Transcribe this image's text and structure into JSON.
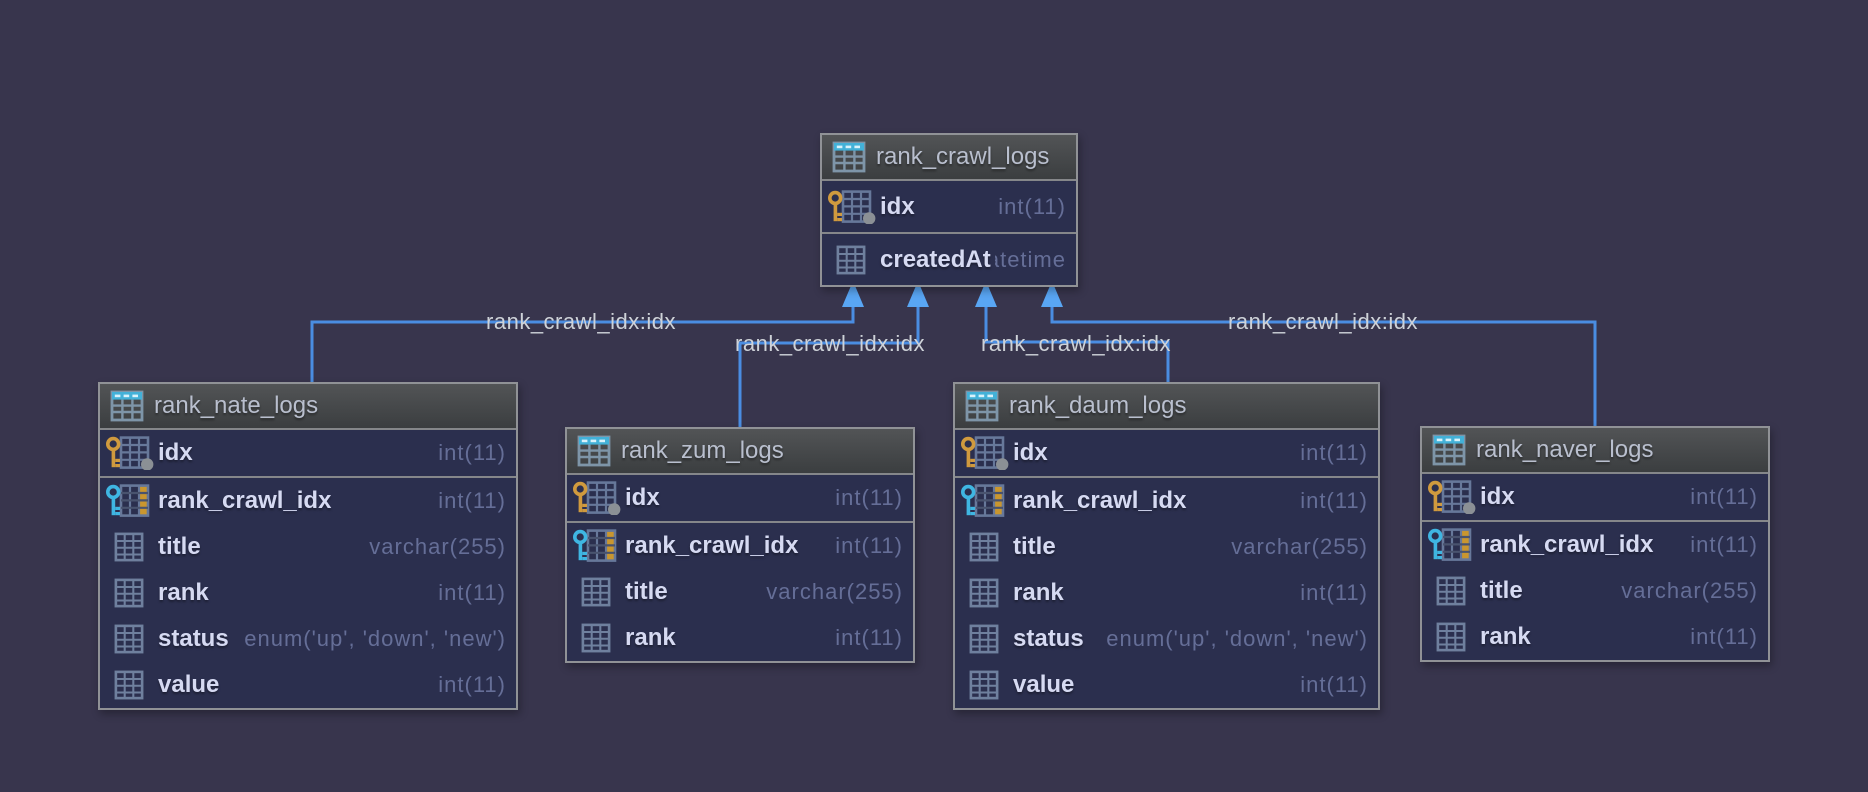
{
  "diagram": {
    "tool": "database-diagram",
    "colors": {
      "canvas_bg": "#38354d",
      "row_bg": "#2b2f4e",
      "table_border": "#909296",
      "header_text": "#b9bfce",
      "column_name_text": "#d6daf2",
      "column_type_text": "#656e97",
      "relation_line_blue": "#4a8de2",
      "relation_arrow_blue": "#59a6f4",
      "primary_key_gold": "#d09a3e",
      "foreign_key_cyan": "#3fb6e2",
      "table_icon_cyan": "#43b1d8"
    },
    "icons": {
      "table": "table-icon",
      "primary_key": "primary-key-icon",
      "foreign_key": "foreign-key-icon",
      "column": "column-icon"
    }
  },
  "tables": [
    {
      "name": "rank_crawl_logs",
      "columns": [
        {
          "name": "idx",
          "type": "int(11)",
          "key": "primary"
        },
        {
          "name": "createdAt",
          "type": "datetime",
          "key": "none"
        }
      ]
    },
    {
      "name": "rank_nate_logs",
      "columns": [
        {
          "name": "idx",
          "type": "int(11)",
          "key": "primary"
        },
        {
          "name": "rank_crawl_idx",
          "type": "int(11)",
          "key": "foreign"
        },
        {
          "name": "title",
          "type": "varchar(255)",
          "key": "none"
        },
        {
          "name": "rank",
          "type": "int(11)",
          "key": "none"
        },
        {
          "name": "status",
          "type": "enum('up', 'down', 'new')",
          "key": "none"
        },
        {
          "name": "value",
          "type": "int(11)",
          "key": "none"
        }
      ]
    },
    {
      "name": "rank_zum_logs",
      "columns": [
        {
          "name": "idx",
          "type": "int(11)",
          "key": "primary"
        },
        {
          "name": "rank_crawl_idx",
          "type": "int(11)",
          "key": "foreign"
        },
        {
          "name": "title",
          "type": "varchar(255)",
          "key": "none"
        },
        {
          "name": "rank",
          "type": "int(11)",
          "key": "none"
        }
      ]
    },
    {
      "name": "rank_daum_logs",
      "columns": [
        {
          "name": "idx",
          "type": "int(11)",
          "key": "primary"
        },
        {
          "name": "rank_crawl_idx",
          "type": "int(11)",
          "key": "foreign"
        },
        {
          "name": "title",
          "type": "varchar(255)",
          "key": "none"
        },
        {
          "name": "rank",
          "type": "int(11)",
          "key": "none"
        },
        {
          "name": "status",
          "type": "enum('up', 'down', 'new')",
          "key": "none"
        },
        {
          "name": "value",
          "type": "int(11)",
          "key": "none"
        }
      ]
    },
    {
      "name": "rank_naver_logs",
      "columns": [
        {
          "name": "idx",
          "type": "int(11)",
          "key": "primary"
        },
        {
          "name": "rank_crawl_idx",
          "type": "int(11)",
          "key": "foreign"
        },
        {
          "name": "title",
          "type": "varchar(255)",
          "key": "none"
        },
        {
          "name": "rank",
          "type": "int(11)",
          "key": "none"
        }
      ]
    }
  ],
  "relations": [
    {
      "label": "rank_crawl_idx:idx",
      "from": "rank_nate_logs",
      "to": "rank_crawl_logs"
    },
    {
      "label": "rank_crawl_idx:idx",
      "from": "rank_zum_logs",
      "to": "rank_crawl_logs"
    },
    {
      "label": "rank_crawl_idx:idx",
      "from": "rank_daum_logs",
      "to": "rank_crawl_logs"
    },
    {
      "label": "rank_crawl_idx:idx",
      "from": "rank_naver_logs",
      "to": "rank_crawl_logs"
    }
  ]
}
